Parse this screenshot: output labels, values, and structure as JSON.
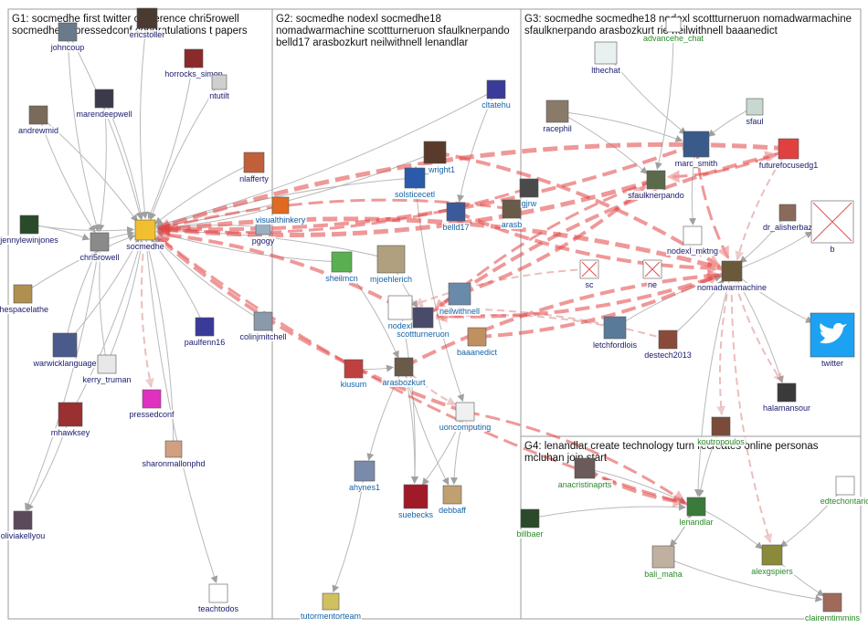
{
  "groups": [
    {
      "id": "G1",
      "lines": [
        "G1: socmedhe first twitter conference chri5rowell",
        "socmedhe18 pressedconf congratulations t papers"
      ]
    },
    {
      "id": "G2",
      "lines": [
        "G2: socmedhe nodexl socmedhe18",
        "nomadwarmachine scottturneruon sfaulknerpando",
        "belld17 arasbozkurt neilwithnell lenandlar"
      ]
    },
    {
      "id": "G3",
      "lines": [
        "G3: socmedhe socmedhe18 nodexl scottturneruon nomadwarmachine",
        "sfaulknerpando arasbozkurt rie neilwithnell baaanedict"
      ]
    },
    {
      "id": "G4",
      "lines": [
        "G4: lenandlar create technology turn recreates online personas",
        "mcluhan join start"
      ]
    }
  ],
  "nodes": [
    {
      "id": "johncoup",
      "label": "johncoup",
      "g": "g1",
      "color": "#6a7a8a"
    },
    {
      "id": "ericstoller",
      "label": "ericstoller",
      "g": "g1",
      "color": "#4a3a30"
    },
    {
      "id": "horrocks_simon",
      "label": "horrocks_simon",
      "g": "g1",
      "color": "#8a2a2a"
    },
    {
      "id": "ntutilt",
      "label": "ntutilt",
      "g": "g1",
      "color": "#cfcfcf"
    },
    {
      "id": "marendeepwell",
      "label": "marendeepwell",
      "g": "g1",
      "color": "#3a3a4a"
    },
    {
      "id": "andrewmid",
      "label": "andrewmid",
      "g": "g1",
      "color": "#7a6a5a"
    },
    {
      "id": "nlafferty",
      "label": "nlafferty",
      "g": "g1",
      "color": "#c0603a"
    },
    {
      "id": "jennylewinjones",
      "label": "jennylewinjones",
      "g": "g1",
      "color": "#2a4a2a"
    },
    {
      "id": "chri5rowell",
      "label": "chri5rowell",
      "g": "g1",
      "color": "#8a8a8a"
    },
    {
      "id": "socmedhe",
      "label": "socmedhe",
      "g": "g1",
      "color": "#f0c030"
    },
    {
      "id": "pgogy",
      "label": "pgogy",
      "g": "g1",
      "color": "#9ab0c0"
    },
    {
      "id": "thespacelathe",
      "label": "thespacelathe",
      "g": "g1",
      "color": "#b09050"
    },
    {
      "id": "warwicklanguage",
      "label": "warwicklanguage",
      "g": "g1",
      "color": "#4a5a8a"
    },
    {
      "id": "kerry_truman",
      "label": "kerry_truman",
      "g": "g1",
      "color": "#e8e8e8"
    },
    {
      "id": "paulfenn16",
      "label": "paulfenn16",
      "g": "g1",
      "color": "#3a3a9a"
    },
    {
      "id": "colinjmitchell",
      "label": "colinjmitchell",
      "g": "g1",
      "color": "#8a9aaa"
    },
    {
      "id": "pressedconf",
      "label": "pressedconf",
      "g": "g1",
      "color": "#e030c0"
    },
    {
      "id": "mhawksey",
      "label": "mhawksey",
      "g": "g1",
      "color": "#9a3030"
    },
    {
      "id": "sharonmallonphd",
      "label": "sharonmallonphd",
      "g": "g1",
      "color": "#d0a080"
    },
    {
      "id": "oliviakellyou",
      "label": "oliviakellyou",
      "g": "g1",
      "color": "#5a4a5a"
    },
    {
      "id": "teachtodos",
      "label": "teachtodos",
      "g": "g1",
      "color": "#ffffff"
    },
    {
      "id": "cltatehu",
      "label": "cltatehu",
      "g": "g2",
      "color": "#3a3a9a"
    },
    {
      "id": "h__wright1",
      "label": "h__wright1",
      "g": "g2",
      "color": "#5a3a2a"
    },
    {
      "id": "solsticecetl",
      "label": "solsticecetl",
      "g": "g2",
      "color": "#2a5aaa"
    },
    {
      "id": "visualthinkery",
      "label": "visualthinkery",
      "g": "g2",
      "color": "#e06a20"
    },
    {
      "id": "belld17",
      "label": "belld17",
      "g": "g2",
      "color": "#3a5a9a"
    },
    {
      "id": "arasb",
      "label": "arasb",
      "g": "g2",
      "color": "#6a5a4a"
    },
    {
      "id": "gjrw",
      "label": "gjrw",
      "g": "g2",
      "color": "#4a4a4a"
    },
    {
      "id": "sheilmcn",
      "label": "sheilmcn",
      "g": "g2",
      "color": "#5ab050"
    },
    {
      "id": "mjoehlerich",
      "label": "mjoehlerich",
      "g": "g2",
      "color": "#b0a080"
    },
    {
      "id": "nodexl",
      "label": "nodexl",
      "g": "g2",
      "color": "#ffffff"
    },
    {
      "id": "neilwithnell",
      "label": "neilwithnell",
      "g": "g2",
      "color": "#6a8aaa"
    },
    {
      "id": "scottturneruon",
      "label": "scottturneruon",
      "g": "g2",
      "color": "#4a4a6a"
    },
    {
      "id": "baaanedict",
      "label": "baaanedict",
      "g": "g2",
      "color": "#c09060"
    },
    {
      "id": "kiusum",
      "label": "kiusum",
      "g": "g2",
      "color": "#c04040"
    },
    {
      "id": "arasbozkurt",
      "label": "arasbozkurt",
      "g": "g2",
      "color": "#6a5a4a"
    },
    {
      "id": "uoncomputing",
      "label": "uoncomputing",
      "g": "g2",
      "color": "#f0f0f0"
    },
    {
      "id": "ahynes1",
      "label": "ahynes1",
      "g": "g2",
      "color": "#7a8aaa"
    },
    {
      "id": "suebecks",
      "label": "suebecks",
      "g": "g2",
      "color": "#a01a2a"
    },
    {
      "id": "debbaff",
      "label": "debbaff",
      "g": "g2",
      "color": "#c0a070"
    },
    {
      "id": "tutormentorteam",
      "label": "tutormentorteam",
      "g": "g2",
      "color": "#d0c060"
    },
    {
      "id": "advancehe_chat",
      "label": "advancehe_chat",
      "g": "g4",
      "color": "#ffffff"
    },
    {
      "id": "lthechat",
      "label": "lthechat",
      "g": "g3",
      "color": "#e8f0f0"
    },
    {
      "id": "racephil",
      "label": "racephil",
      "g": "g3",
      "color": "#8a7a6a"
    },
    {
      "id": "sfaul",
      "label": "sfaul",
      "g": "g3",
      "color": "#c8d8d0"
    },
    {
      "id": "marc_smith",
      "label": "marc_smith",
      "g": "g3",
      "color": "#3a5a8a"
    },
    {
      "id": "futurefocusedg1",
      "label": "futurefocusedg1",
      "g": "g3",
      "color": "#e04040"
    },
    {
      "id": "sfaulknerpando",
      "label": "sfaulknerpando",
      "g": "g3",
      "color": "#5a6a4a"
    },
    {
      "id": "dr_alisherbaz",
      "label": "dr_alisherbaz",
      "g": "g3",
      "color": "#8a6a5a"
    },
    {
      "id": "nodexl_mktng",
      "label": "nodexl_mktng",
      "g": "g3",
      "color": "#ffffff"
    },
    {
      "id": "b",
      "label": "b",
      "g": "g3",
      "color": "#ffffff"
    },
    {
      "id": "sc",
      "label": "sc",
      "g": "g3",
      "color": "#ffffff"
    },
    {
      "id": "ne",
      "label": "ne",
      "g": "g3",
      "color": "#ffffff"
    },
    {
      "id": "nomadwarmachine",
      "label": "nomadwarmachine",
      "g": "g3",
      "color": "#6a5a3a"
    },
    {
      "id": "letchfordlois",
      "label": "letchfordlois",
      "g": "g3",
      "color": "#5a7a9a"
    },
    {
      "id": "destech2013",
      "label": "destech2013",
      "g": "g3",
      "color": "#8a4a3a"
    },
    {
      "id": "twitter",
      "label": "twitter",
      "g": "g3",
      "color": "#1da1f2"
    },
    {
      "id": "halamansour",
      "label": "halamansour",
      "g": "g3",
      "color": "#3a3a3a"
    },
    {
      "id": "koutropoulos",
      "label": "koutropoulos",
      "g": "g4",
      "color": "#7a4a3a"
    },
    {
      "id": "anacristinaprts",
      "label": "anacristinaprts",
      "g": "g4",
      "color": "#6a5a5a"
    },
    {
      "id": "edtechontario",
      "label": "edtechontario",
      "g": "g4",
      "color": "#ffffff"
    },
    {
      "id": "lenandlar",
      "label": "lenandlar",
      "g": "g4",
      "color": "#3a7a3a"
    },
    {
      "id": "billbaer",
      "label": "billbaer",
      "g": "g4",
      "color": "#2a4a2a"
    },
    {
      "id": "bali_maha",
      "label": "bali_maha",
      "g": "g4",
      "color": "#c0b0a0"
    },
    {
      "id": "alexgspiers",
      "label": "alexgspiers",
      "g": "g4",
      "color": "#8a8a3a"
    },
    {
      "id": "clairemtimmins",
      "label": "clairemtimmins",
      "g": "g4",
      "color": "#a06a5a"
    }
  ]
}
